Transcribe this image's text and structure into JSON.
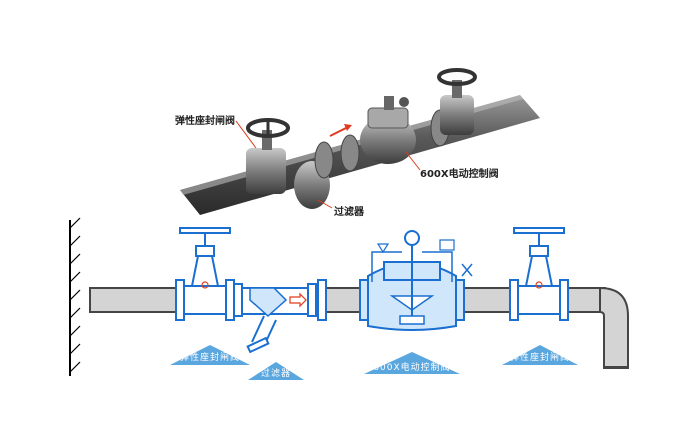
{
  "labels": {
    "top_gate_valve": "弹性座封闸阀",
    "top_control_valve": "600X电动控制阀",
    "top_strainer": "过滤器",
    "bottom_gate_valve_left": "弹性座封闸阀",
    "bottom_strainer": "过滤器",
    "bottom_control_valve": "600X电动控制阀",
    "bottom_gate_valve_right": "弹性座封闸阀"
  },
  "colors": {
    "outline_blue": "#1a6fd0",
    "fill_blue_light": "#cfe6fb",
    "pipe_gray": "#d4d4d4",
    "pipe_dark": "#454545",
    "callout_red": "#e03a1e",
    "tag_blue": "#5aa6de"
  }
}
